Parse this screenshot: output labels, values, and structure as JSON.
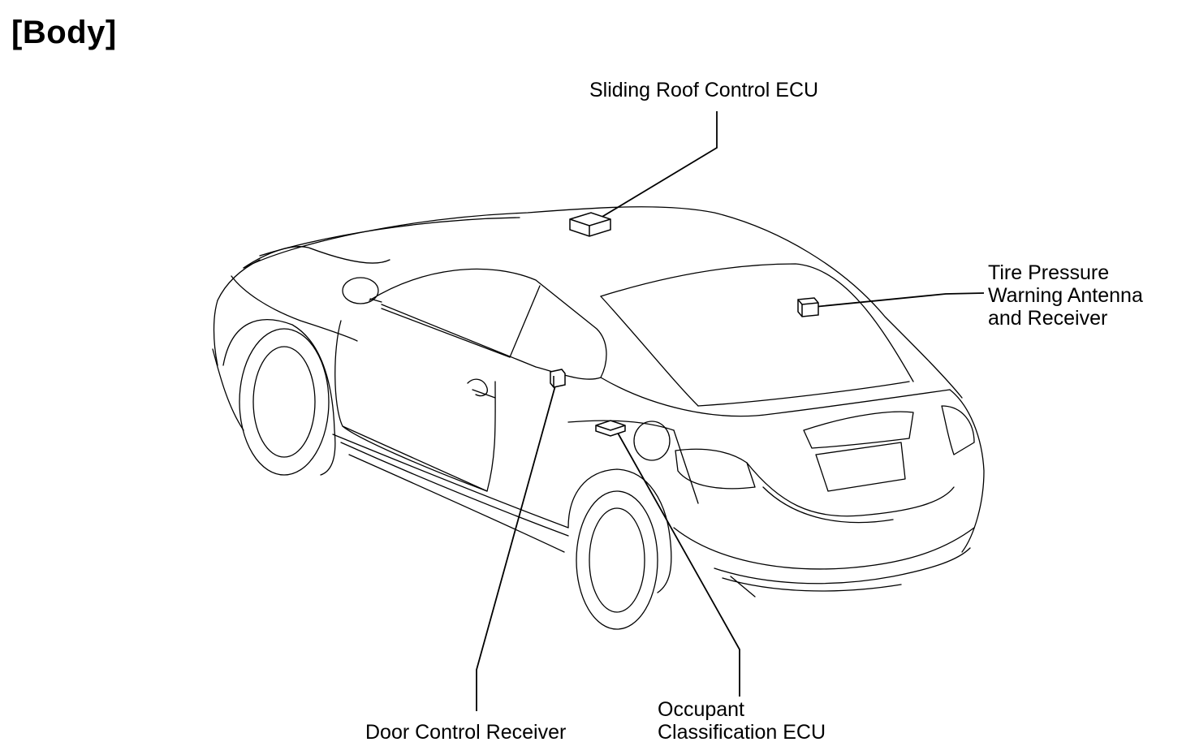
{
  "title": "[Body]",
  "labels": {
    "sliding_roof": "Sliding Roof Control ECU",
    "tire_pressure": [
      "Tire Pressure",
      "Warning Antenna",
      "and Receiver"
    ],
    "door_control": "Door Control Receiver",
    "occupant": [
      "Occupant",
      "Classification ECU"
    ]
  }
}
